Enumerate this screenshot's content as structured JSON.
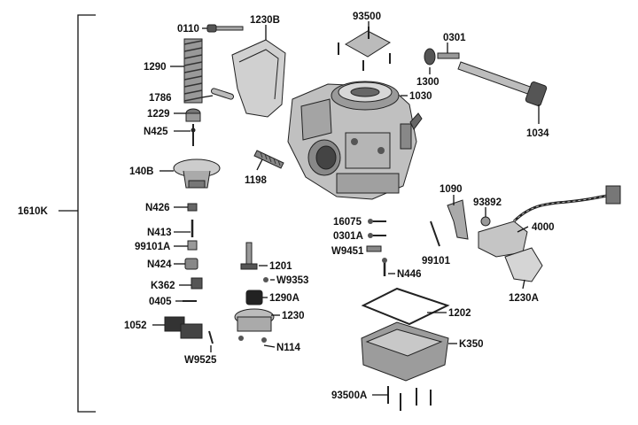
{
  "diagram": {
    "assembly_label": "1610K",
    "colors": {
      "ink": "#111111",
      "part_dark": "#3a3a3a",
      "part_mid": "#8c8c8c",
      "part_light": "#c8c8c8"
    },
    "labels": {
      "p0110": "0110",
      "p1230B": "1230B",
      "p93500": "93500",
      "p0301": "0301",
      "p1290": "1290",
      "p1300": "1300",
      "p1786": "1786",
      "p1030": "1030",
      "p1229": "1229",
      "pN425": "N425",
      "p1034": "1034",
      "p140B": "140B",
      "p1198": "1198",
      "p1090": "1090",
      "p93892": "93892",
      "p16075": "16075",
      "p4000": "4000",
      "pN426": "N426",
      "p0301A": "0301A",
      "pN413": "N413",
      "pW9451": "W9451",
      "p99101": "99101",
      "p99101A": "99101A",
      "p1201": "1201",
      "pN424": "N424",
      "pN446": "N446",
      "pW9353": "W9353",
      "p1230A": "1230A",
      "pK362": "K362",
      "p1290A": "1290A",
      "p0405": "0405",
      "p1202": "1202",
      "p1230": "1230",
      "p1052": "1052",
      "pN114": "N114",
      "pK350": "K350",
      "pW9525": "W9525",
      "p93500A": "93500A"
    }
  }
}
